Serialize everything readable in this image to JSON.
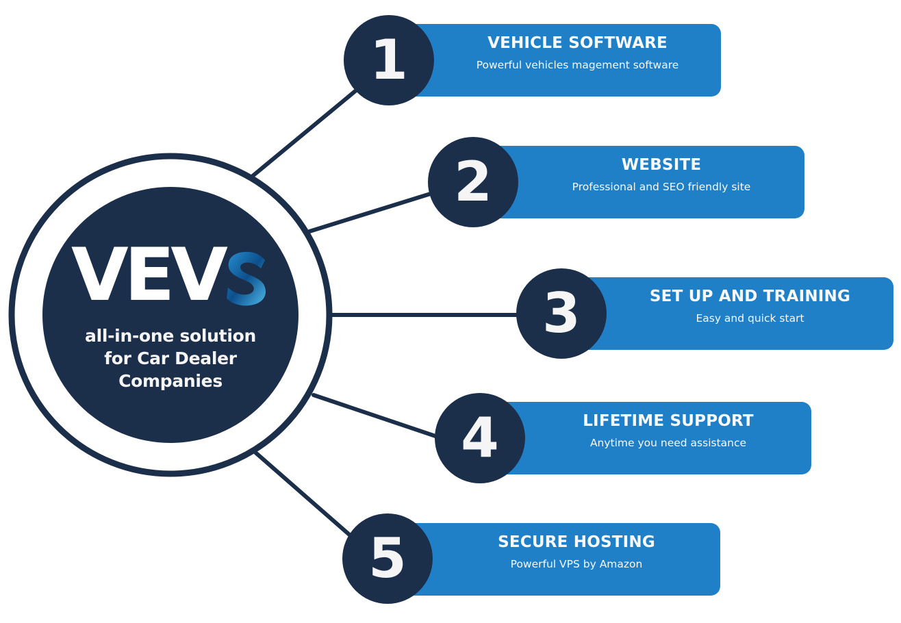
{
  "hub": {
    "logo_text": "VEV",
    "logo_accent_letter": "S",
    "tagline_lines": [
      "all-in-one solution",
      "for Car Dealer",
      "Companies"
    ]
  },
  "colors": {
    "navy": "#1c2f4a",
    "card_blue": "#1f80c8",
    "text_light": "#f5f5f5",
    "logo_accent_dark": "#0b4f8c",
    "logo_accent_light": "#4fb8e8"
  },
  "items": [
    {
      "number": "1",
      "title": "VEHICLE SOFTWARE",
      "subtitle": "Powerful vehicles magement software"
    },
    {
      "number": "2",
      "title": "WEBSITE",
      "subtitle": "Professional and SEO friendly site"
    },
    {
      "number": "3",
      "title": "SET UP AND TRAINING",
      "subtitle": "Easy and quick start"
    },
    {
      "number": "4",
      "title": "LIFETIME SUPPORT",
      "subtitle": "Anytime you need assistance"
    },
    {
      "number": "5",
      "title": "SECURE HOSTING",
      "subtitle": "Powerful VPS by Amazon"
    }
  ]
}
